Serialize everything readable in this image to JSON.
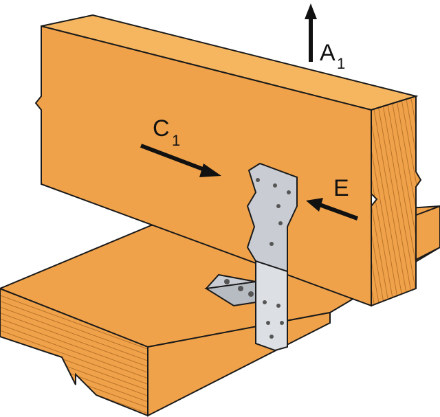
{
  "labels": {
    "uplift": {
      "main": "A",
      "sub": "1"
    },
    "lateral": {
      "main": "C",
      "sub": "1"
    },
    "end": {
      "main": "E"
    }
  },
  "colors": {
    "wood": "#f0a24a",
    "wood_light": "#f6b660",
    "wood_dark": "#d98a35",
    "metal": "#c9ccd2",
    "outline": "#1a1a1a"
  }
}
